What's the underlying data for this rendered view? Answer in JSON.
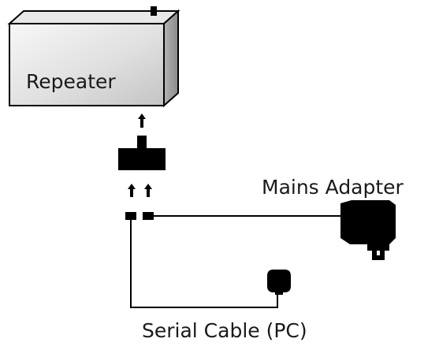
{
  "labels": {
    "repeater": "Repeater",
    "mains_adapter": "Mains Adapter",
    "serial_cable": "Serial Cable (PC)"
  },
  "colors": {
    "line": "#000000",
    "box_front_light": "#f4f4f4",
    "box_front_dark": "#c8c8c8",
    "box_top": "#e6e6e6",
    "box_side": "#9a9a9a",
    "text": "#1a1a1a"
  },
  "icons": [
    "repeater-box",
    "up-arrow-icon",
    "connector-block",
    "mains-adapter-icon",
    "serial-plug-icon"
  ]
}
